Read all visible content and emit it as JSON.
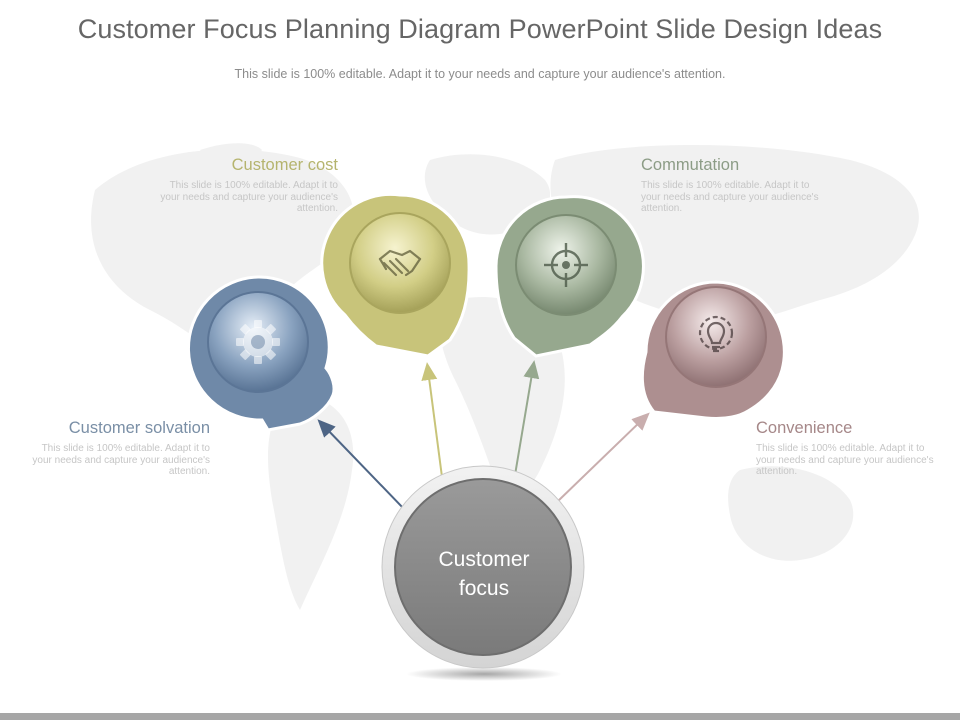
{
  "slide": {
    "title": "Customer Focus Planning Diagram PowerPoint Slide Design Ideas",
    "subtitle": "This slide is 100% editable. Adapt it to your needs and capture your audience's attention."
  },
  "center": {
    "line1": "Customer",
    "line2": "focus"
  },
  "items": [
    {
      "label": "Customer solvation",
      "desc": "This slide is 100% editable. Adapt it to your needs and capture your audience's attention.",
      "color": "#6f89a8",
      "icon": "gear-icon"
    },
    {
      "label": "Customer cost",
      "desc": "This slide is 100% editable. Adapt it to your needs and capture your audience's attention.",
      "color": "#c8c47a",
      "icon": "handshake-icon"
    },
    {
      "label": "Commutation",
      "desc": "This slide is 100% editable. Adapt it to your needs and capture your audience's attention.",
      "color": "#96a88e",
      "icon": "crosshair-icon"
    },
    {
      "label": "Convenience",
      "desc": "This slide is 100% editable. Adapt it to your needs and capture your audience's attention.",
      "color": "#ad8f90",
      "icon": "lightbulb-gear-icon"
    }
  ],
  "colors": {
    "label_solvation": "#7a8fa6",
    "label_cost": "#b5b46e",
    "label_commutation": "#8c9c86",
    "label_convenience": "#a58788",
    "center": "#8a8a8a"
  }
}
